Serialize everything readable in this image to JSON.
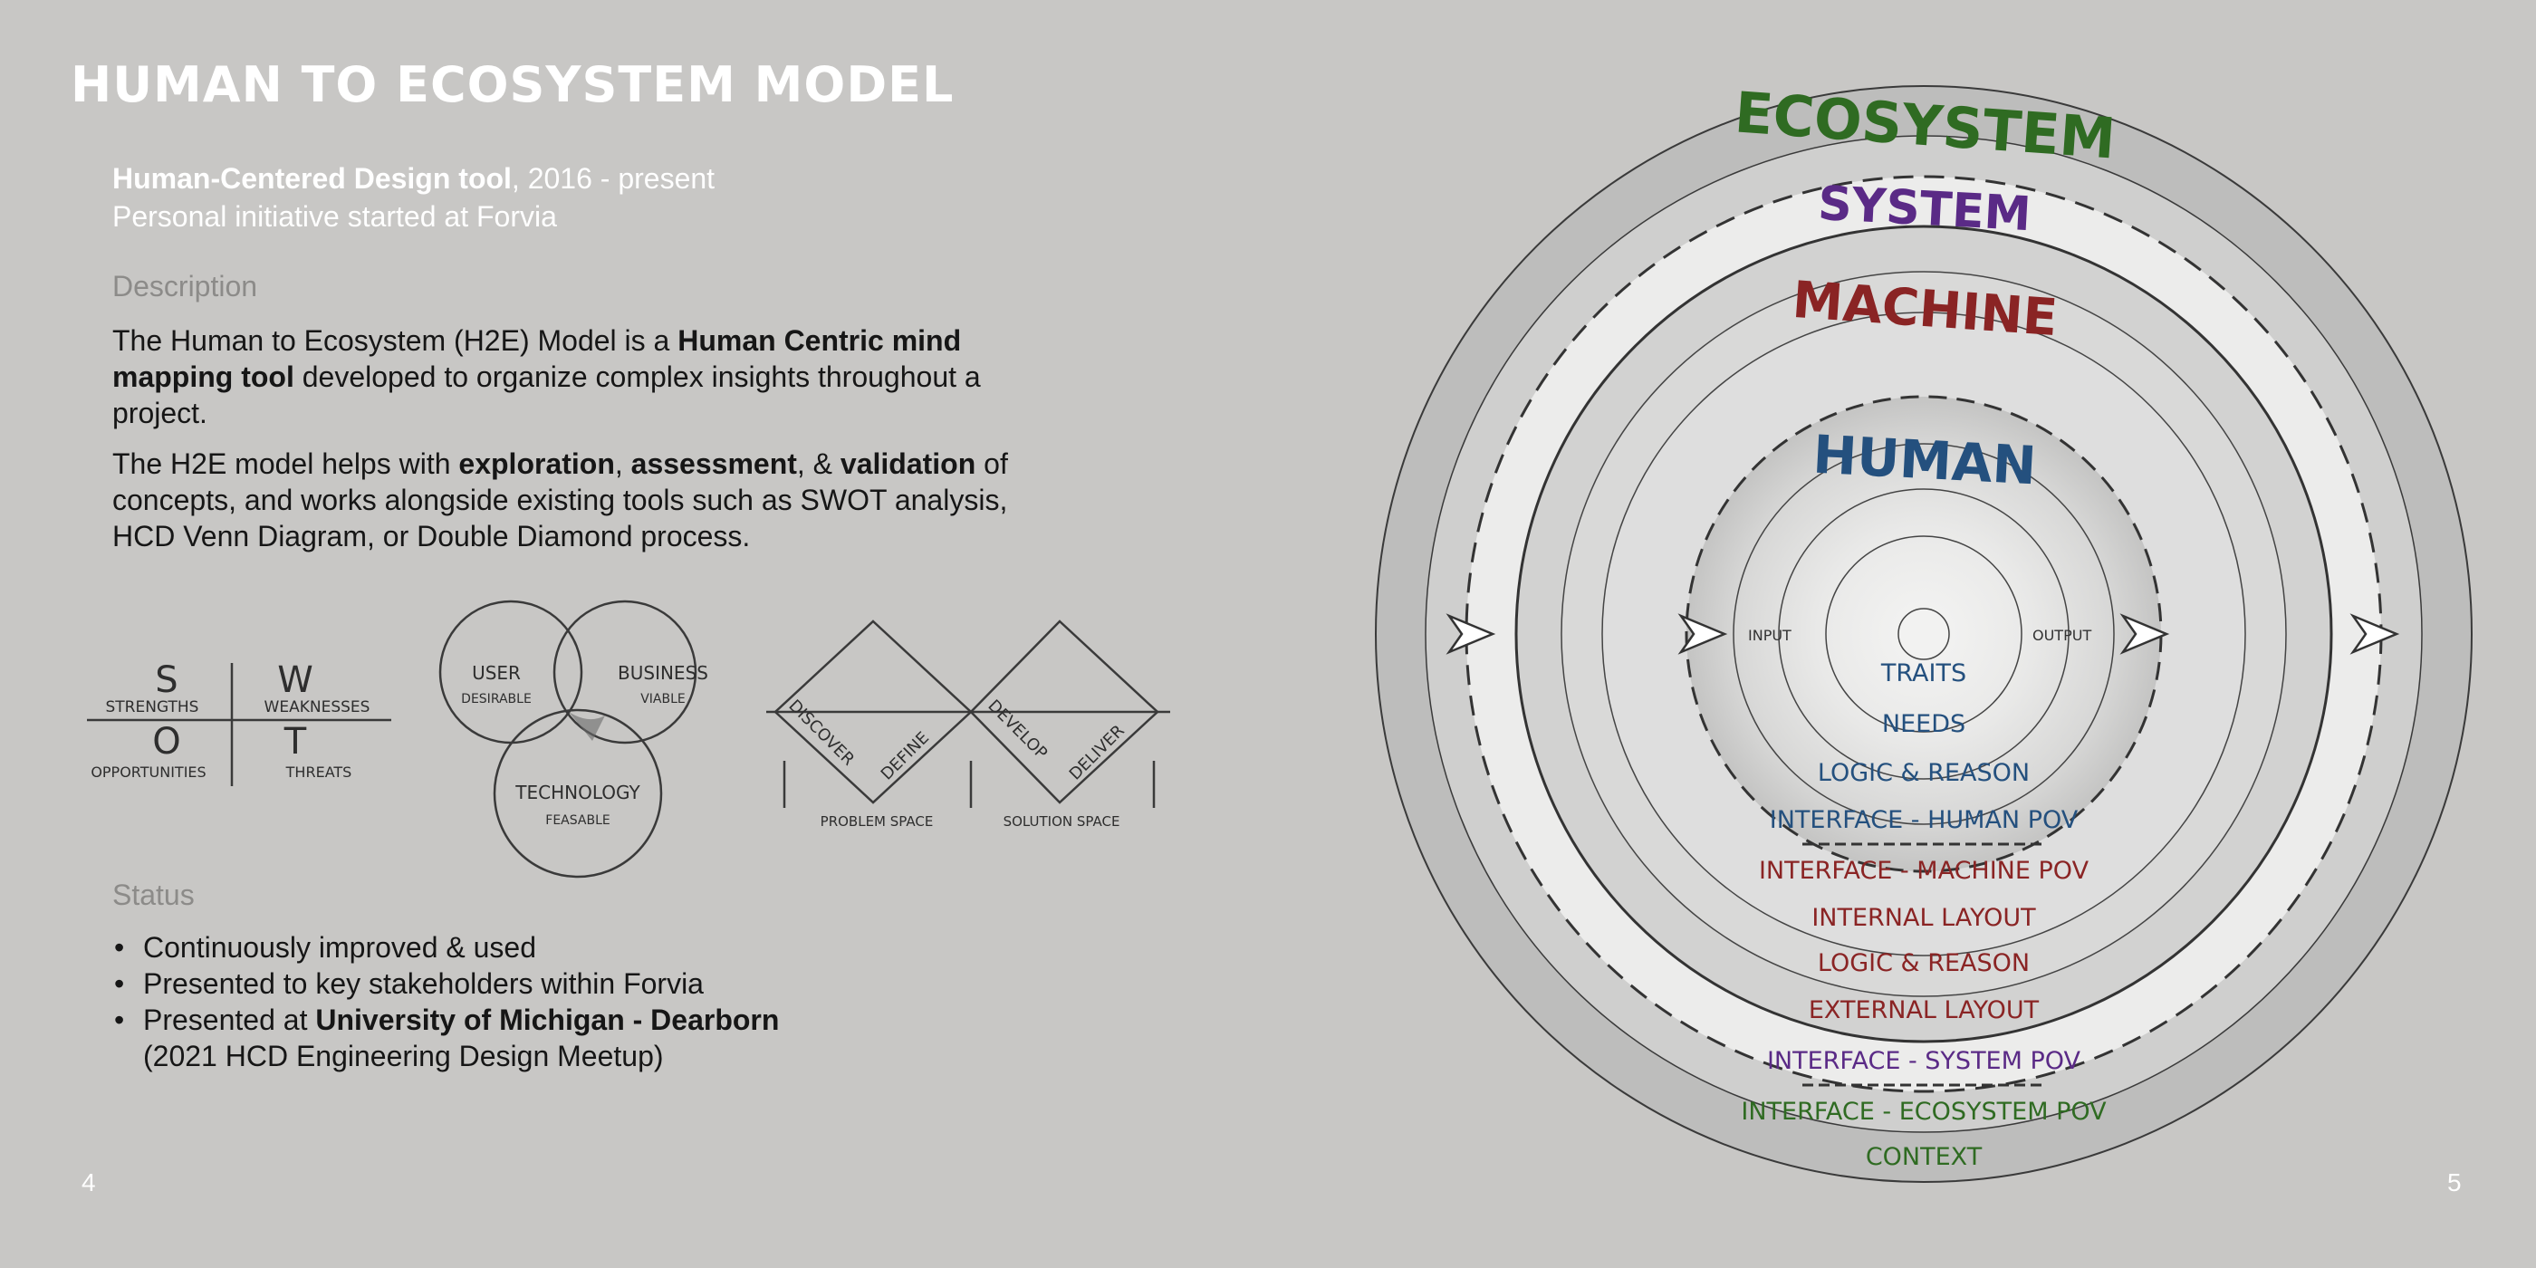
{
  "header": {
    "title": "HUMAN TO ECOSYSTEM MODEL",
    "subtitle_bold": "Human-Centered Design tool",
    "subtitle_rest": ", 2016 - present",
    "subtitle_line2": "Personal initiative started at Forvia"
  },
  "description": {
    "label": "Description",
    "p1_a": "The Human to Ecosystem (H2E) Model is a ",
    "p1_b1": "Human Centric mind",
    "p1_b2": "mapping tool",
    "p1_c1": " developed to organize complex insights throughout a",
    "p1_c2": "project.",
    "p2_a": "The H2E model helps with ",
    "p2_b": "exploration",
    "p2_c": ", ",
    "p2_d": "assessment",
    "p2_e": ", & ",
    "p2_f": "validation",
    "p2_g": " of",
    "p2_line2": "concepts, and works alongside existing tools such as SWOT analysis,",
    "p2_line3": "HCD Venn Diagram, or Double Diamond process."
  },
  "swot": {
    "s": "S",
    "w": "W",
    "o": "O",
    "t": "T",
    "strengths": "STRENGTHS",
    "weaknesses": "WEAKNESSES",
    "opportunities": "OPPORTUNITIES",
    "threats": "THREATS"
  },
  "venn": {
    "user": "USER",
    "desirable": "DESIRABLE",
    "business": "BUSINESS",
    "viable": "VIABLE",
    "technology": "TECHNOLOGY",
    "feasable": "FEASABLE"
  },
  "diamond": {
    "discover": "DISCOVER",
    "define": "DEFINE",
    "develop": "DEVELOP",
    "deliver": "DELIVER",
    "problem_space": "PROBLEM SPACE",
    "solution_space": "SOLUTION SPACE"
  },
  "status": {
    "label": "Status",
    "item1": "Continuously improved & used",
    "item2": "Presented to key stakeholders within Forvia",
    "item3_a": "Presented at ",
    "item3_b": "University of Michigan - Dearborn",
    "item3_line2": "(2021 HCD Engineering Design Meetup)"
  },
  "model": {
    "ecosystem": "ECOSYSTEM",
    "system": "SYSTEM",
    "machine": "MACHINE",
    "human": "HUMAN",
    "input": "INPUT",
    "output": "OUTPUT",
    "layers": [
      "TRAITS",
      "NEEDS",
      "LOGIC & REASON",
      "INTERFACE - HUMAN POV",
      "INTERFACE - MACHINE POV",
      "INTERNAL LAYOUT",
      "LOGIC & REASON",
      "EXTERNAL LAYOUT",
      "INTERFACE - SYSTEM POV",
      "INTERFACE - ECOSYSTEM POV",
      "CONTEXT"
    ],
    "colors": {
      "ecosystem": "#2f6b22",
      "system": "#5a2a86",
      "machine": "#8a2424",
      "human": "#24507e"
    }
  },
  "pages": {
    "left": "4",
    "right": "5"
  }
}
